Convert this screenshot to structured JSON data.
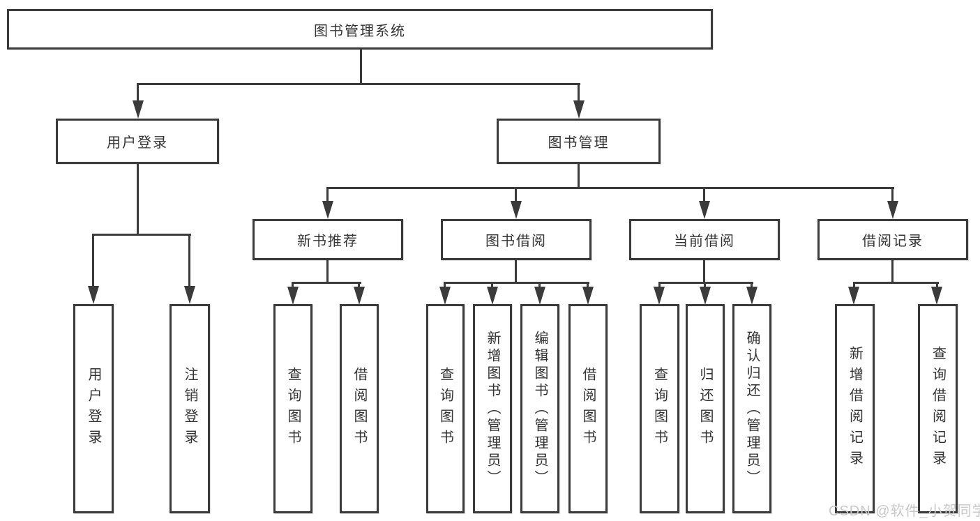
{
  "diagram": {
    "root": {
      "label": "图书管理系统"
    },
    "branches": [
      {
        "label": "用户登录",
        "children": [
          "用户登录",
          "注销登录"
        ]
      },
      {
        "label": "图书管理",
        "sections": [
          {
            "label": "新书推荐",
            "children": [
              "查询图书",
              "借阅图书"
            ]
          },
          {
            "label": "图书借阅",
            "children": [
              "查询图书",
              "新增图书（管理员）",
              "编辑图书（管理员）",
              "借阅图书"
            ]
          },
          {
            "label": "当前借阅",
            "children": [
              "查询图书",
              "归还图书",
              "确认归还（管理员）"
            ]
          },
          {
            "label": "借阅记录",
            "children": [
              "新增借阅记录",
              "查询借阅记录"
            ]
          }
        ]
      }
    ]
  },
  "watermark": {
    "text": "CSDN @软件_小贺同学"
  },
  "colors": {
    "line": "#3b3b3b",
    "box_fill": "#ffffff",
    "text": "#333333",
    "watermark": "#c8c8c8",
    "background": "#ffffff"
  }
}
